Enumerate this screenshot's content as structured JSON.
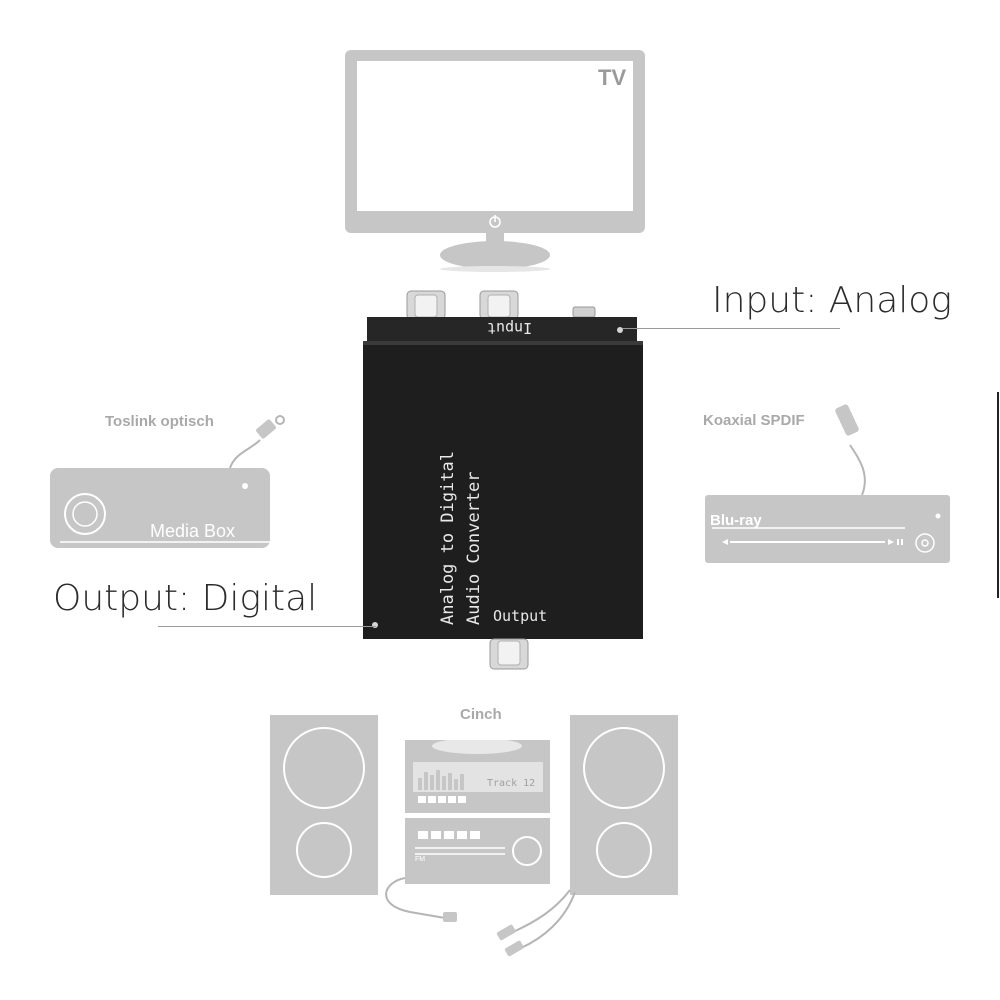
{
  "tv": {
    "label": "TV"
  },
  "converter": {
    "input_label": "Input",
    "title_line1": "Analog to Digital",
    "title_line2": "Audio Converter",
    "output_label": "Output"
  },
  "callouts": {
    "input": "Input: Analog",
    "output": "Output: Digital"
  },
  "mediabox": {
    "caption": "Toslink optisch",
    "label": "Media Box"
  },
  "bluray": {
    "caption": "Koaxial SPDIF",
    "label": "Blu-ray"
  },
  "stereo": {
    "caption": "Cinch",
    "display_text": "Track 12",
    "band_label": "FM"
  },
  "colors": {
    "device_gray": "#c6c6c6",
    "converter_body": "#1c1c1c",
    "label_text": "#2b2b2b",
    "caption_text": "#a9a9a9"
  }
}
